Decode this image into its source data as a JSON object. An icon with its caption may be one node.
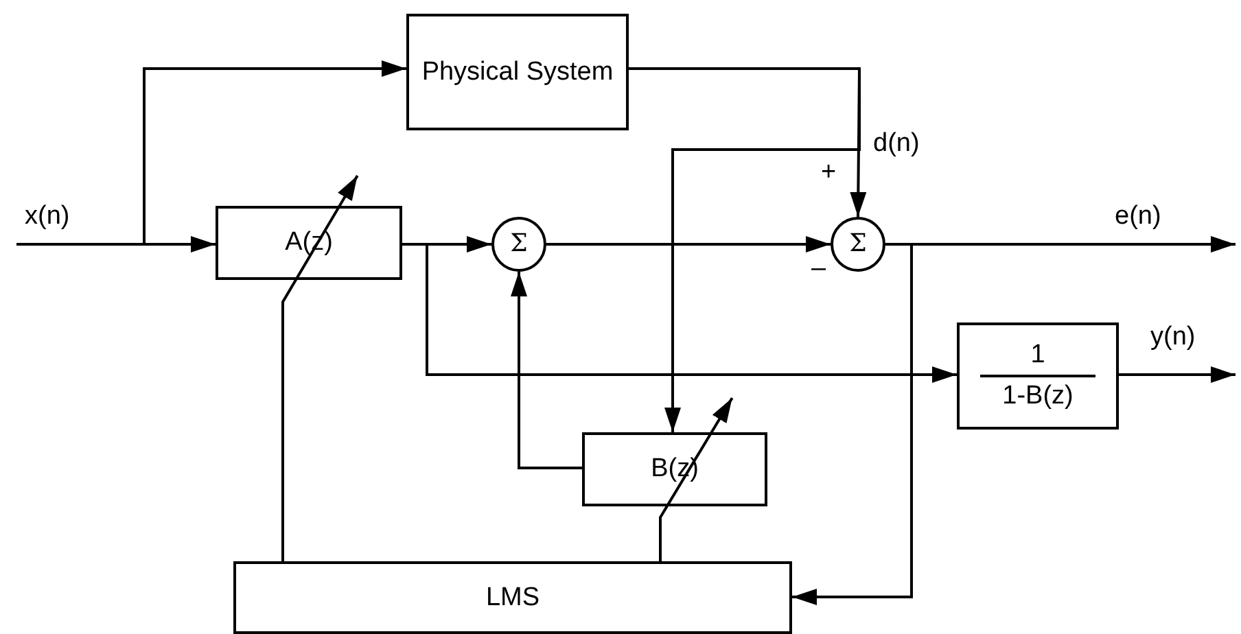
{
  "diagram": {
    "nodes": [
      {
        "text": [
          "Physical System"
        ]
      },
      {
        "text": [
          "A(z)"
        ]
      },
      {
        "text": [
          "Σ"
        ]
      },
      {
        "text": [
          "Σ"
        ]
      },
      {
        "text": [
          "1",
          "1-B(z)"
        ]
      },
      {
        "text": [
          "B(z)"
        ]
      },
      {
        "text": [
          "LMS"
        ]
      }
    ],
    "edges": [
      {
        "from": null,
        "to": 1,
        "arrow": "to",
        "label": "x(n)"
      },
      {
        "from": null,
        "to": 0,
        "arrow": "to"
      },
      {
        "from": 0,
        "to": 3,
        "arrow": "to",
        "label": "d(n)"
      },
      {
        "from": 0,
        "to": 5,
        "arrow": "to"
      },
      {
        "from": 1,
        "to": 2,
        "arrow": "to"
      },
      {
        "from": 1,
        "to": 4,
        "arrow": "to"
      },
      {
        "from": 5,
        "to": 2,
        "arrow": "to"
      },
      {
        "from": 2,
        "to": 3,
        "arrow": "to"
      },
      {
        "from": 3,
        "to": null,
        "arrow": "to",
        "label": "e(n)"
      },
      {
        "from": 3,
        "to": 6,
        "arrow": "to"
      },
      {
        "from": 4,
        "to": null,
        "arrow": "to",
        "label": "y(n)"
      },
      {
        "from": 6,
        "to": 1,
        "arrow": "to"
      },
      {
        "from": 6,
        "to": 5,
        "arrow": "to"
      }
    ],
    "labels": [
      "+",
      "–"
    ]
  }
}
